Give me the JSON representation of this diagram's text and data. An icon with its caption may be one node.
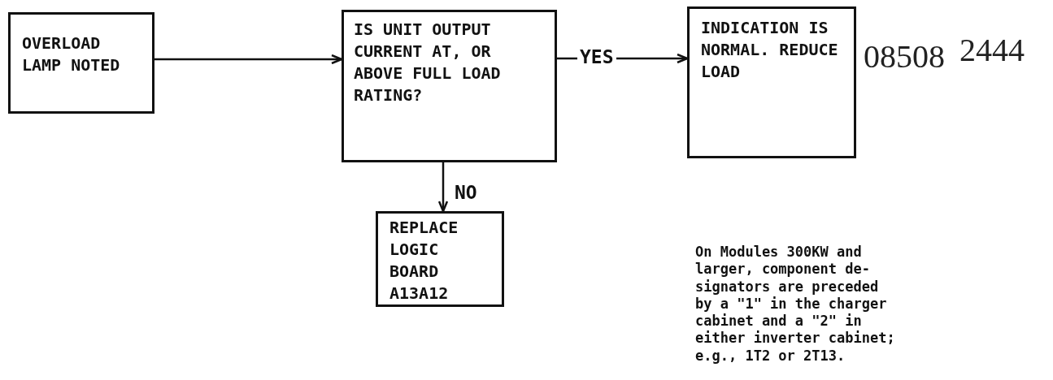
{
  "diagram": {
    "nodes": [
      {
        "text": [
          "OVERLOAD LAMP NOTED"
        ]
      },
      {
        "text": [
          "IS UNIT OUTPUT CURRENT AT, OR ABOVE FULL LOAD RATING?"
        ]
      },
      {
        "text": [
          "INDICATION IS NORMAL. REDUCE LOAD"
        ]
      },
      {
        "text": [
          "REPLACE LOGIC BOARD A13A12"
        ]
      }
    ],
    "edges": [
      {
        "from": 0,
        "to": 1,
        "arrow": "to"
      },
      {
        "from": 1,
        "to": 2,
        "arrow": "to",
        "label": "YES"
      },
      {
        "from": 1,
        "to": 3,
        "arrow": "to",
        "label": "NO"
      }
    ],
    "labels": [
      "08508",
      "2444",
      "On Modules 300KW and larger, component de- signators are preceded by a \"1\" in the charger cabinet and a \"2\" in either inverter cabinet; e.g., 1T2 or 2T13."
    ]
  }
}
